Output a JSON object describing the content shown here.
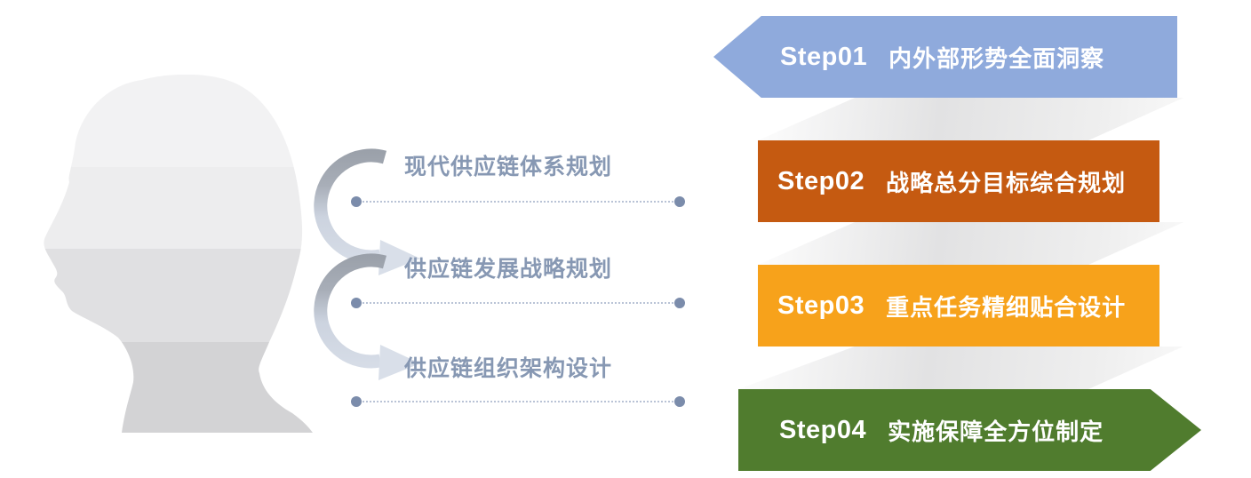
{
  "diagram": {
    "center_labels": [
      "现代供应链体系规划",
      "供应链发展战略规划",
      "供应链组织架构设计"
    ],
    "steps": [
      {
        "id": "Step01",
        "title": "内外部形势全面洞察",
        "color": "#8faadc",
        "shape": "arrow-left"
      },
      {
        "id": "Step02",
        "title": "战略总分目标综合规划",
        "color": "#c55a11",
        "shape": "rect"
      },
      {
        "id": "Step03",
        "title": "重点任务精细贴合设计",
        "color": "#f7a21b",
        "shape": "rect"
      },
      {
        "id": "Step04",
        "title": "实施保障全方位制定",
        "color": "#507c2e",
        "shape": "arrow-right"
      }
    ],
    "palette": {
      "step_text": "#ffffff",
      "center_label_text": "#8798b3",
      "dotted_line": "#b9c3d6",
      "line_end_dot": "#7b8cab",
      "arrow_dark": "#999fa8",
      "arrow_light": "#d9dfe9",
      "fold_gray": "#e2e2e3",
      "head_bands": [
        "#f2f2f3",
        "#ededee",
        "#e0e0e2",
        "#d3d3d5"
      ]
    }
  }
}
